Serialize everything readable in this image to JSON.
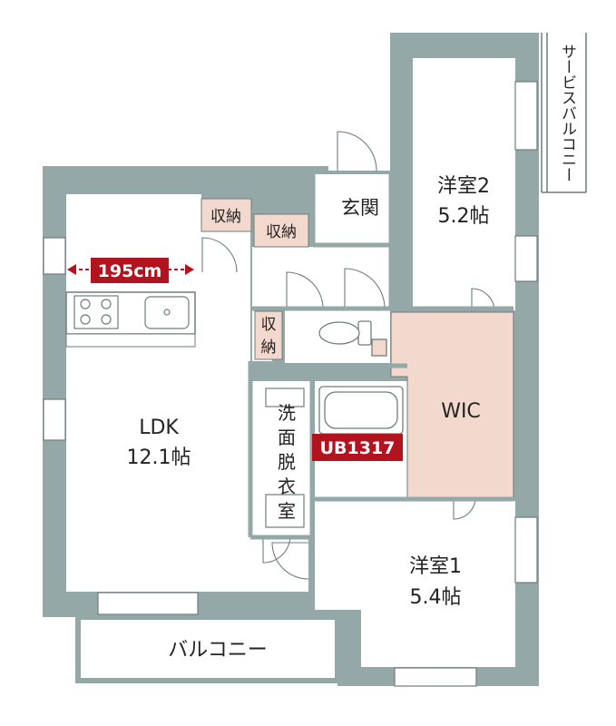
{
  "colors": {
    "wall": "#95a8a8",
    "floor": "#ffffff",
    "storage": "#f3d8cd",
    "wic": "#f3d8cd",
    "badge": "#b3121f",
    "badge_text": "#ffffff",
    "line": "#6f7c7c"
  },
  "rooms": {
    "ldk": {
      "name": "LDK",
      "size": "12.1帖"
    },
    "western2": {
      "name": "洋室2",
      "size": "5.2帖"
    },
    "western1": {
      "name": "洋室1",
      "size": "5.4帖"
    },
    "wic": {
      "name": "WIC"
    },
    "entrance": {
      "name": "玄関"
    },
    "washroom": {
      "chars": [
        "洗",
        "面",
        "脱",
        "衣",
        "室"
      ]
    },
    "balcony": {
      "name": "バルコニー"
    },
    "service_balcony": {
      "name": "サービスバルコニー"
    }
  },
  "storage": {
    "storage_a": "収納",
    "storage_b": "収納",
    "storage_c_top": "収",
    "storage_c_bottom": "納"
  },
  "badges": {
    "kitchen_width": "195cm",
    "bath_unit": "UB1317"
  },
  "icons": [
    "stove-icon",
    "sink-icon",
    "toilet-icon",
    "bathtub-icon",
    "door-swing-icon",
    "window-icon"
  ]
}
